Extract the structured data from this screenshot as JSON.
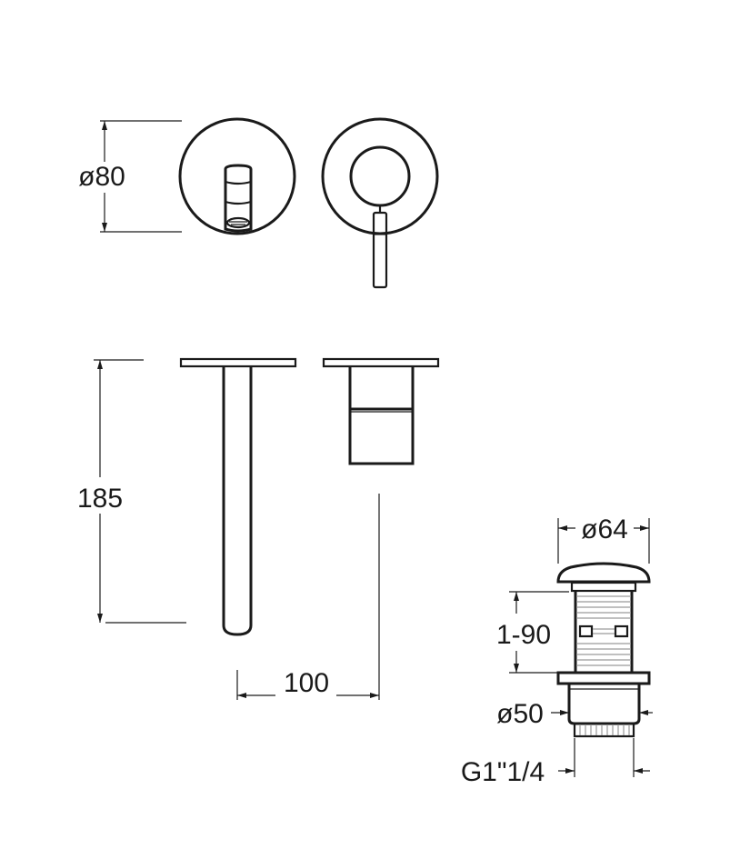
{
  "dimensions": {
    "plate_diameter": "ø80",
    "spout_height": "185",
    "spout_projection": "100",
    "waste_diameter": "ø64",
    "waste_range": "1-90",
    "waste_body_diameter": "ø50",
    "thread": "G1\"1/4"
  },
  "colors": {
    "line": "#1a1a1a",
    "hatch": "#9a9a9a",
    "background": "#ffffff"
  }
}
